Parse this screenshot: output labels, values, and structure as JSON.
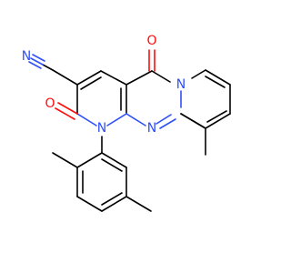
{
  "colors": {
    "background": "#ffffff",
    "carbon_bond": "#000000",
    "nitrogen": "#3050f8",
    "oxygen": "#ff0d0d"
  },
  "atoms": {
    "n_nitrile": "N",
    "o_top": "O",
    "o_left": "O",
    "n_ring1": "N",
    "n_ring_bottom": "N",
    "n_ring_right": "N"
  }
}
